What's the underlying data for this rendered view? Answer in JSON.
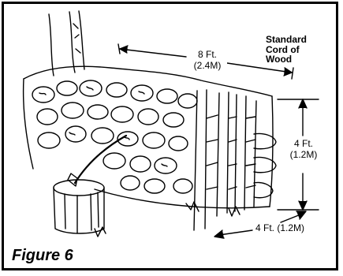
{
  "title": "Standard\nCord of\nWood",
  "dimensions": {
    "length_ft": "8 Ft.",
    "length_m": "(2.4M)",
    "height_ft": "4 Ft.",
    "height_m": "(1.2M)",
    "depth": "4 Ft. (1.2M)"
  },
  "caption": "Figure 6",
  "colors": {
    "ink": "#000000",
    "paper": "#ffffff"
  },
  "icons": [
    "woodpile-illustration",
    "axe-icon",
    "chopping-block-icon",
    "dimension-arrow"
  ]
}
